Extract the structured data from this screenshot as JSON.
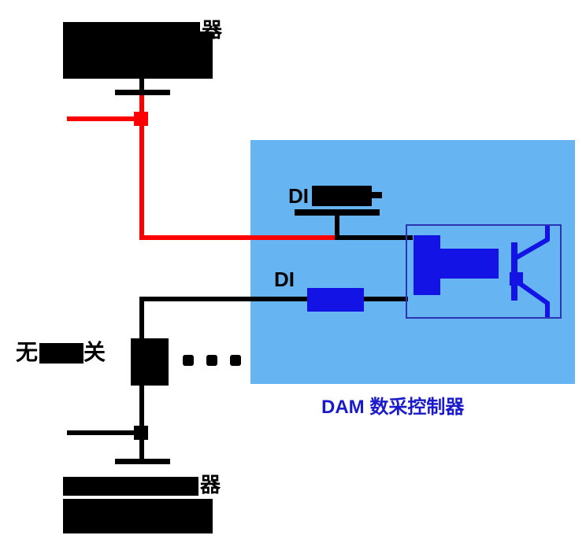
{
  "labels": {
    "top_device_char": "器",
    "bottom_device_char": "器",
    "switch_left_char": "无",
    "switch_right_char": "关",
    "di_top": "DI",
    "di_bottom": "DI",
    "controller": "DAM 数采控制器"
  },
  "colors": {
    "wire_black": "#000000",
    "wire_red": "#ff0000",
    "panel_blue": "#66b5f2",
    "component_blue": "#1313e6",
    "outline_blue": "#2a35b5",
    "controller_label_blue": "#1a1acc"
  }
}
